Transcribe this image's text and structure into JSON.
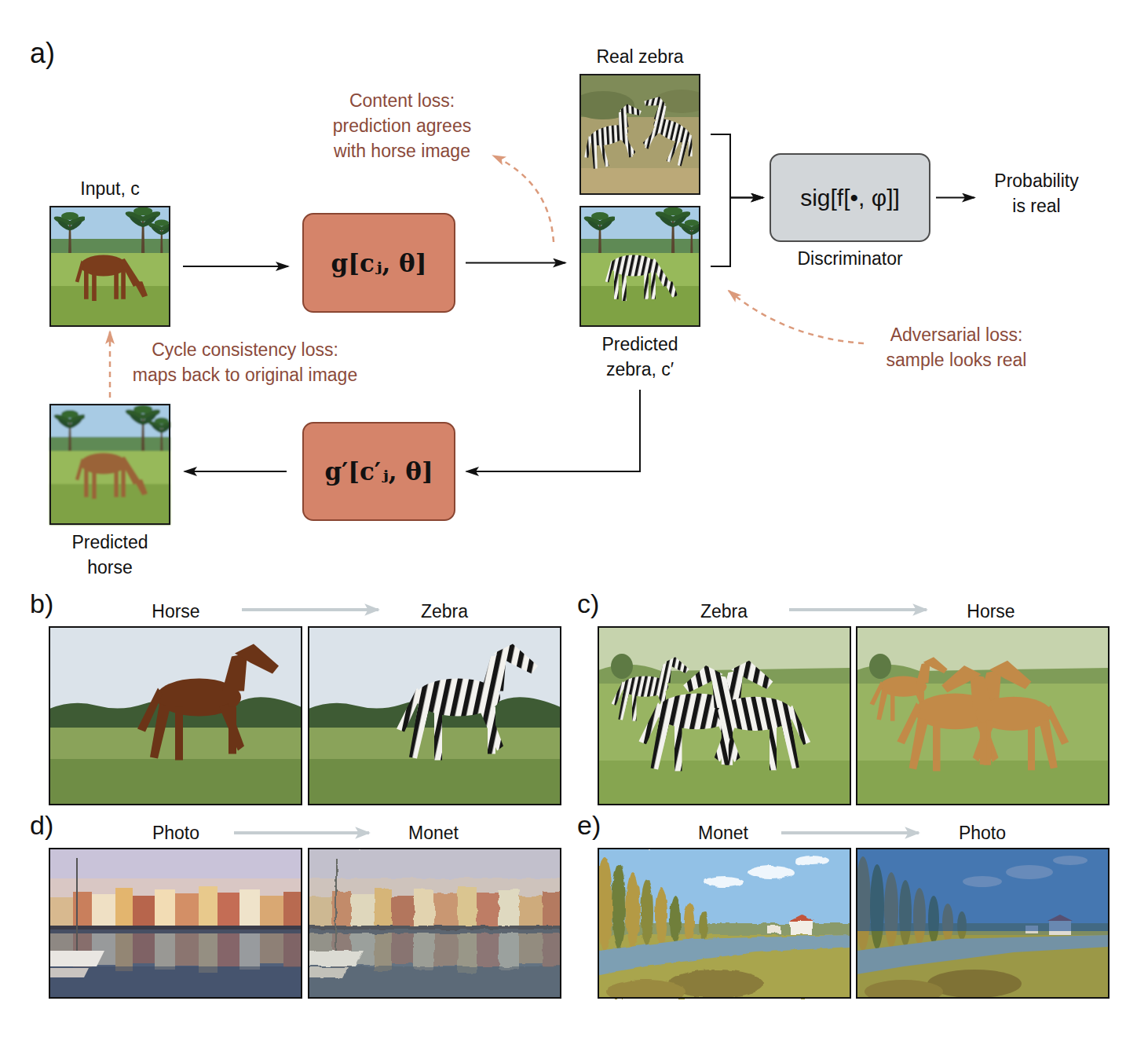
{
  "diagram": {
    "nodes": [
      {
        "text": [
          "Input, c"
        ]
      },
      {
        "text": [
          "g[cⱼ, θ]"
        ]
      },
      {
        "text": [
          "Real zebra"
        ]
      },
      {
        "text": [
          "Predicted zebra, c′"
        ]
      },
      {
        "text": [
          "sig[f[•, φ]]",
          "Discriminator"
        ]
      },
      {
        "text": [
          "Probability is real"
        ]
      },
      {
        "text": [
          "g′[c′ⱼ, θ]"
        ]
      },
      {
        "text": [
          "Predicted horse"
        ]
      }
    ],
    "edges": [
      {
        "from": 0,
        "to": 1,
        "arrow": "to"
      },
      {
        "from": 1,
        "to": 3,
        "arrow": "to"
      },
      {
        "from": 2,
        "to": 4,
        "arrow": "to"
      },
      {
        "from": 3,
        "to": 4,
        "arrow": "to"
      },
      {
        "from": 4,
        "to": 5,
        "arrow": "to"
      },
      {
        "from": 3,
        "to": 6,
        "arrow": "to"
      },
      {
        "from": 6,
        "to": 7,
        "arrow": "to"
      },
      {
        "from": 7,
        "to": 0,
        "arrow": "to",
        "label": "Cycle consistency loss: maps back to original image"
      }
    ],
    "labels": [
      "a)",
      "Content loss: prediction agrees with horse image",
      "Adversarial loss: sample looks real",
      "b)",
      "Horse",
      "Zebra",
      "c)",
      "Zebra",
      "Horse",
      "d)",
      "Photo",
      "Monet",
      "e)",
      "Monet",
      "Photo"
    ]
  }
}
